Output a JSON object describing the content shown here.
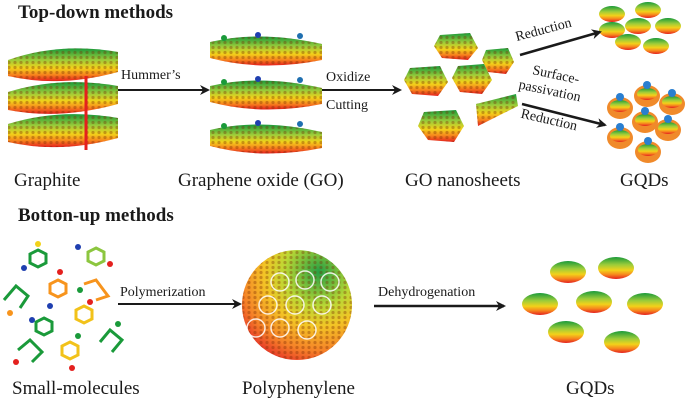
{
  "top_down": {
    "heading": "Top-down methods",
    "stages": [
      "Graphite",
      "Graphene oxide (GO)",
      "GO nanosheets",
      "GQDs"
    ],
    "arrows": {
      "hummers": "Hummer’s",
      "oxidize": "Oxidize",
      "cutting": "Cutting",
      "reduction_upper": "Reduction",
      "surface": "Surface-",
      "passivation": "passivation",
      "reduction_lower": "Reduction"
    }
  },
  "bottom_up": {
    "heading": "Botton-up methods",
    "stages": [
      "Small-molecules",
      "Polyphenylene",
      "GQDs"
    ],
    "arrows": {
      "polymerization": "Polymerization",
      "dehydrogenation": "Dehydrogenation"
    }
  },
  "colors": {
    "gradient": [
      "#1f3fb0",
      "#1a9a3a",
      "#8cc63f",
      "#f2e21a",
      "#f7941d",
      "#e4201e"
    ],
    "arrow": "#1a1a1a",
    "passivation_cap": "#2a7fd0",
    "passivation_side": "#f08a2a",
    "passivation_end": "#8a4fb0"
  }
}
